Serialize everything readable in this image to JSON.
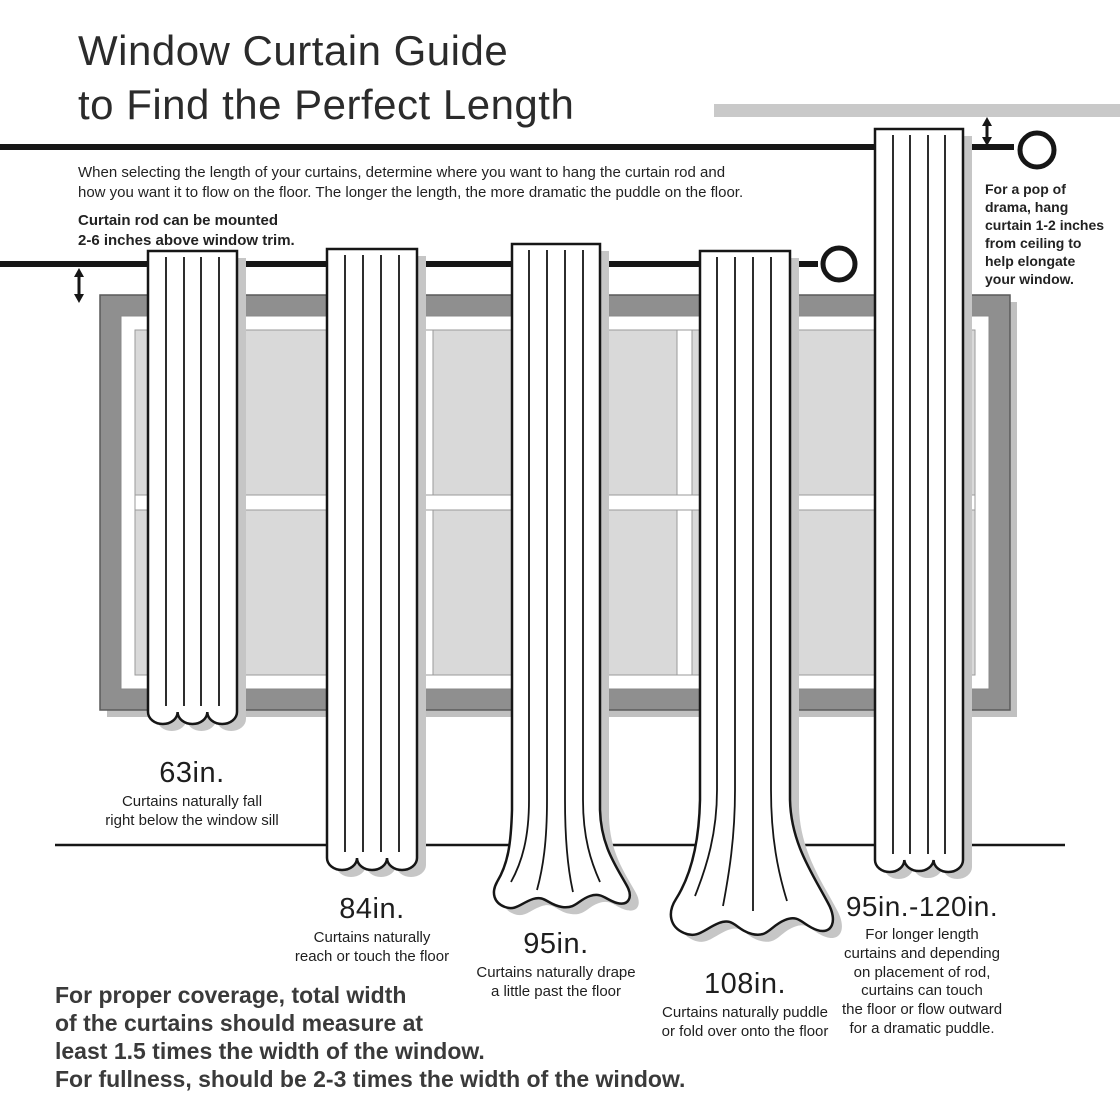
{
  "title": "Window Curtain Guide\nto Find the Perfect Length",
  "intro": "When selecting the length of your curtains, determine where you want to hang the curtain rod and\nhow you want it to flow on the floor. The longer the length, the more dramatic the puddle on the floor.",
  "rod_note": "Curtain rod can be mounted\n2-6 inches above window trim.",
  "ceiling_note": "For a pop of\ndrama, hang\ncurtain 1-2 inches\nfrom ceiling to\nhelp elongate\nyour window.",
  "curtains": [
    {
      "length": "63in.",
      "description": "Curtains naturally fall\nright below the window sill"
    },
    {
      "length": "84in.",
      "description": "Curtains naturally\nreach or touch the floor"
    },
    {
      "length": "95in.",
      "description": "Curtains naturally drape\na little past the floor"
    },
    {
      "length": "108in.",
      "description": "Curtains naturally puddle\nor fold over onto the floor"
    },
    {
      "length": "95in.-120in.",
      "description": "For longer length\ncurtains and depending\non placement of rod,\ncurtains can touch\nthe floor or flow outward\nfor a dramatic puddle."
    }
  ],
  "coverage_note": "For proper coverage, total width\nof the curtains should measure at\nleast 1.5 times the width of the window.\nFor fullness, should be 2-3 times the width of the window.",
  "colors": {
    "ceiling_strip": "#c9c9c9",
    "window_frame": "#8f8f8f",
    "window_pane": "#d9d9d9",
    "curtain_shadow": "#c6c6c6",
    "line": "#161616"
  }
}
